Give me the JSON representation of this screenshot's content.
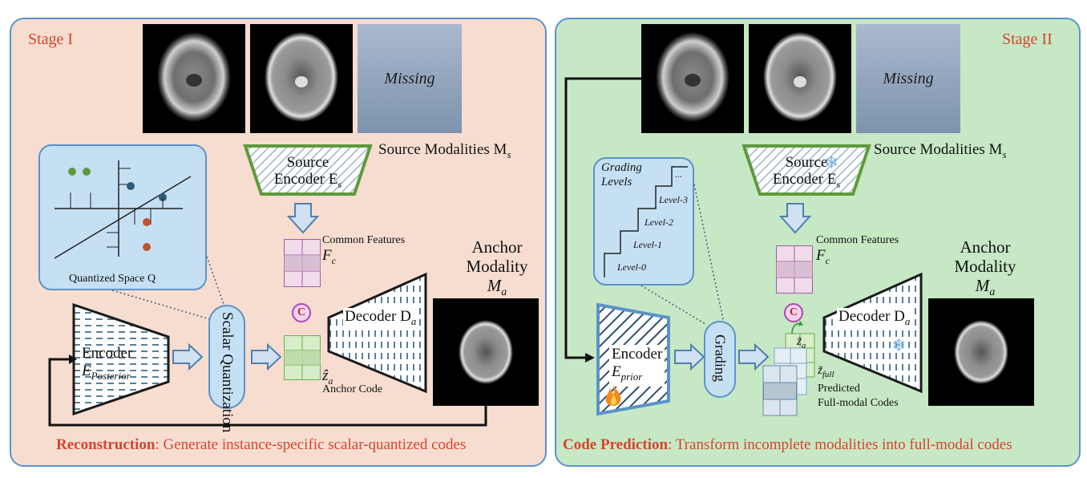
{
  "stage1": {
    "title": "Stage I",
    "missing_label": "Missing",
    "source_modalities": "Source Modalities M",
    "source_modalities_sub": "s",
    "source_encoder_l1": "Source",
    "source_encoder_l2": "Encoder E",
    "source_encoder_sub": "s",
    "quantized_space": "Quantized Space Q",
    "common_features": "Common Features",
    "fc": "F",
    "fc_sub": "c",
    "anchor_l1": "Anchor",
    "anchor_l2": "Modality",
    "anchor_m": "M",
    "anchor_sub": "a",
    "decoder": "Decoder D",
    "decoder_sub": "a",
    "concat_symbol": "C",
    "scalar_quant": "Scalar Quantization",
    "encoder": "Encoder",
    "encoder_e": "E",
    "encoder_sub": "Posterior",
    "za": "ẑ",
    "za_sub": "a",
    "anchor_code": "Anchor Code",
    "caption_bold": "Reconstruction",
    "caption_rest": ": Generate instance-specific scalar-quantized codes"
  },
  "stage2": {
    "title": "Stage II",
    "missing_label": "Missing",
    "source_modalities": "Source Modalities M",
    "source_modalities_sub": "s",
    "source_encoder_l1": "Source",
    "source_encoder_l2": "Encoder E",
    "source_encoder_sub": "s",
    "grading_title_l1": "Grading",
    "grading_title_l2": "Levels",
    "levels": [
      "Level-0",
      "Level-1",
      "Level-2",
      "Level-3",
      "..."
    ],
    "common_features": "Common Features",
    "fc": "F",
    "fc_sub": "c",
    "anchor_l1": "Anchor",
    "anchor_l2": "Modality",
    "anchor_m": "M",
    "anchor_sub": "a",
    "decoder": "Decoder D",
    "decoder_sub": "a",
    "concat_symbol": "C",
    "grading": "Grading",
    "encoder": "Encoder",
    "encoder_e": "E",
    "encoder_sub": "prior",
    "za": "z̃",
    "za_sub": "a",
    "zfull": "z̃",
    "zfull_sub": "full",
    "predicted_l1": "Predicted",
    "predicted_l2": "Full-modal Codes",
    "caption_bold": "Code Prediction",
    "caption_rest": ": Transform incomplete modalities into full-modal codes"
  }
}
